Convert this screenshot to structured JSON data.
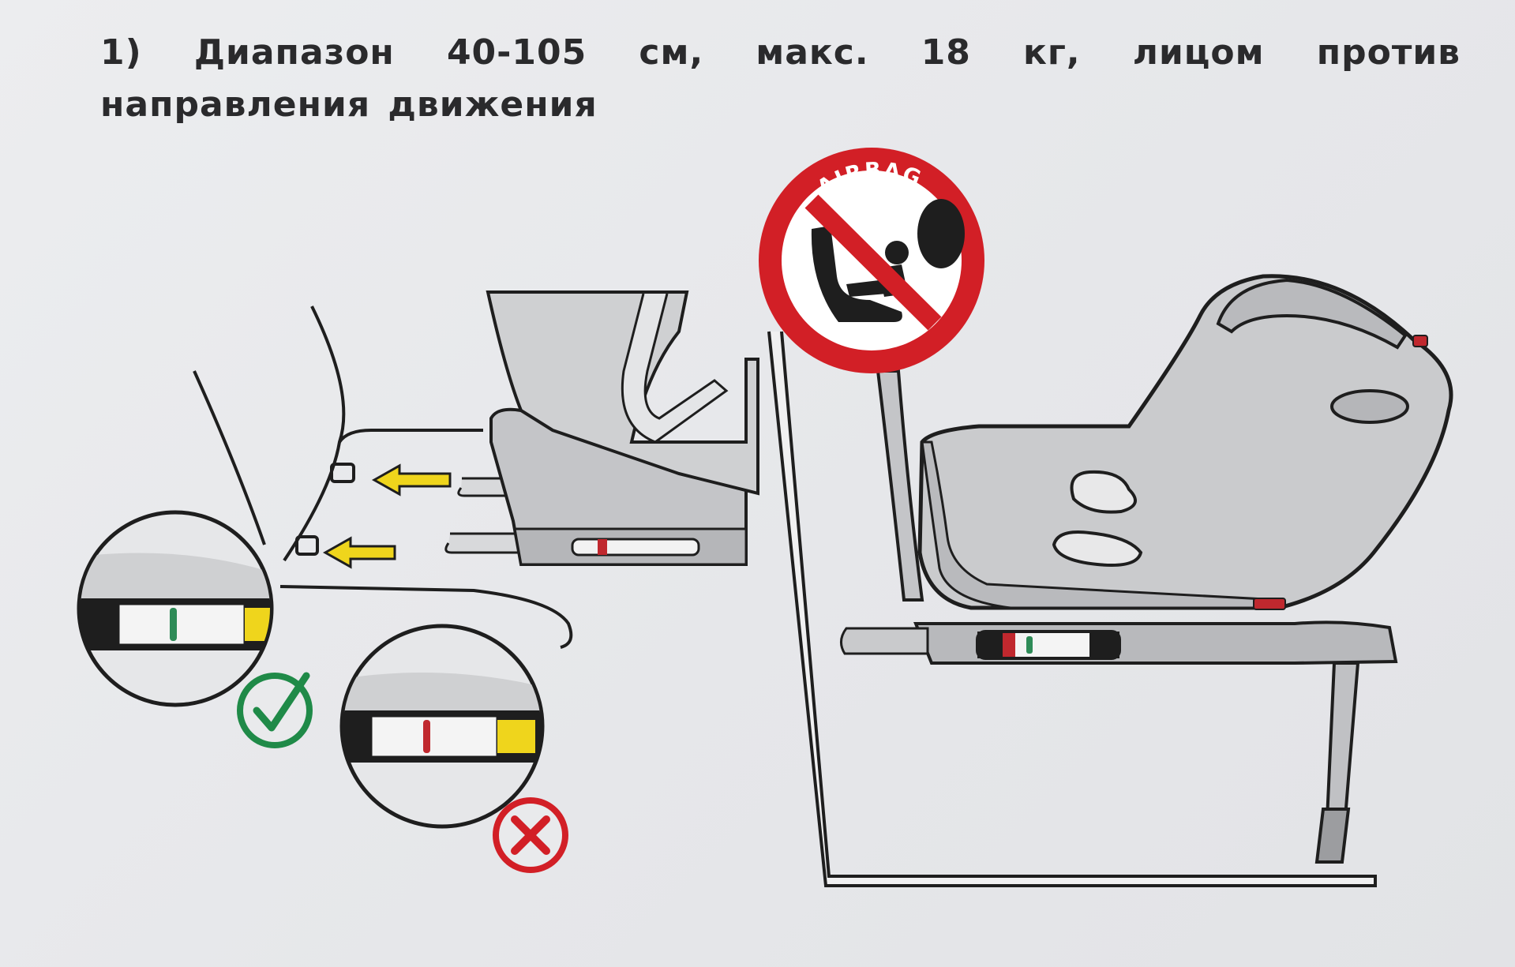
{
  "heading": {
    "text": "1) Диапазон 40-105 см, макс. 18 кг, лицом против направления движения"
  },
  "airbag_sign": {
    "label": "AIRBAG"
  },
  "indicator_states": {
    "correct": "check",
    "incorrect": "cross"
  },
  "colors": {
    "warning_red": "#d21f26",
    "check_green": "#1f8a48",
    "indicator_yellow": "#efd51c",
    "indicator_ok": "#2e8b57",
    "indicator_fail": "#c0282e",
    "seat_gray": "#c9cacc",
    "line_dark": "#1e1e1e"
  }
}
